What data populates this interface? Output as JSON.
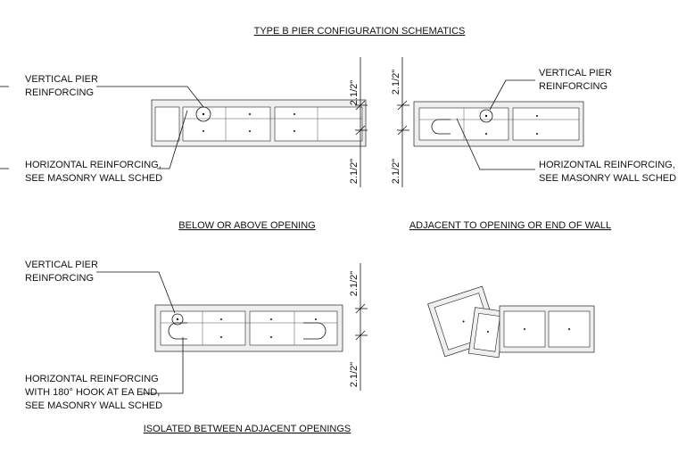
{
  "title": "TYPE B PIER CONFIGURATION SCHEMATICS",
  "detail1": {
    "title": "BELOW OR ABOVE OPENING",
    "label_vertical": [
      "VERTICAL PIER",
      "REINFORCING"
    ],
    "label_horizontal": [
      "HORIZONTAL REINFORCING,",
      "SEE MASONRY WALL SCHED"
    ],
    "dim_top": "2.1/2\"",
    "dim_bottom": "2.1/2\""
  },
  "detail2": {
    "title": "ADJACENT TO OPENING OR END OF WALL",
    "label_vertical": [
      "VERTICAL PIER",
      "REINFORCING"
    ],
    "label_horizontal": [
      "HORIZONTAL REINFORCING,",
      "SEE MASONRY WALL SCHED"
    ],
    "dim_top": "2.1/2\"",
    "dim_bottom": "2.1/2\""
  },
  "detail3": {
    "title": "ISOLATED BETWEEN ADJACENT OPENINGS",
    "label_vertical": [
      "VERTICAL PIER",
      "REINFORCING"
    ],
    "label_horizontal": [
      "HORIZONTAL REINFORCING",
      "WITH 180° HOOK AT EA END,",
      "SEE MASONRY WALL SCHED"
    ],
    "dim_top": "2.1/2\"",
    "dim_bottom": "2.1/2\""
  }
}
